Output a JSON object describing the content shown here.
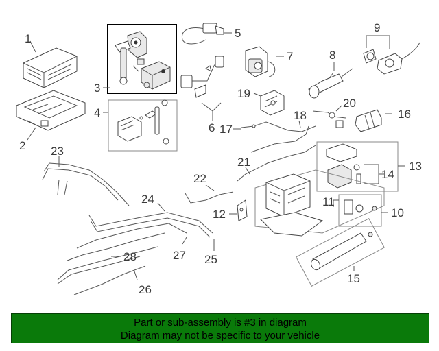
{
  "callouts": {
    "c1": "1",
    "c2": "2",
    "c3": "3",
    "c4": "4",
    "c5": "5",
    "c6": "6",
    "c7": "7",
    "c8": "8",
    "c9": "9",
    "c10": "10",
    "c11": "11",
    "c12": "12",
    "c13": "13",
    "c14": "14",
    "c15": "15",
    "c16": "16",
    "c17": "17",
    "c18": "18",
    "c19": "19",
    "c20": "20",
    "c21": "21",
    "c22": "22",
    "c23": "23",
    "c24": "24",
    "c25": "25",
    "c26": "26",
    "c27": "27",
    "c28": "28"
  },
  "highlight_color": "#000000",
  "banner": {
    "line1": "Part or sub-assembly is #3 in diagram",
    "line2": "Diagram may not be specific to your vehicle",
    "background": "#0a7a0a"
  }
}
